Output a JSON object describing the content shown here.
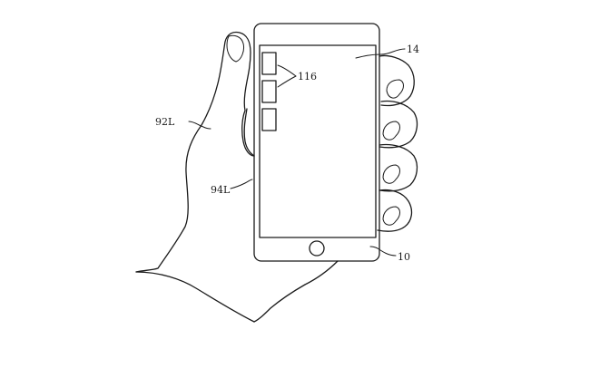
{
  "figure": {
    "labels": {
      "hand_left": "92L",
      "hand_palm": "94L",
      "screen": "14",
      "device": "10",
      "icons": "116"
    },
    "icon_count": 3
  }
}
